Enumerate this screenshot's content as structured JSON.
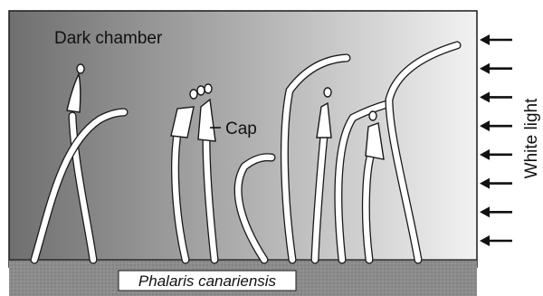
{
  "diagram": {
    "labels": {
      "chamber": "Dark chamber",
      "cap": "Cap",
      "light": "White light",
      "species": "Phalaris canariensis"
    },
    "colors": {
      "chamber_dark": "#6f6f6f",
      "chamber_light": "#f2f2f2",
      "soil": "#8c8c8c",
      "outline": "#1a1a1a",
      "seedling": "#ffffff",
      "arrow": "#111111"
    },
    "light_arrow_count": 8
  }
}
